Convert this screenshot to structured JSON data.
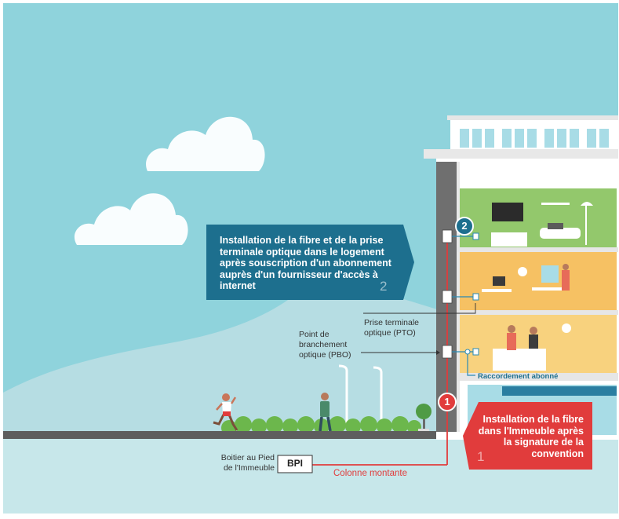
{
  "step2": {
    "badge": "2",
    "text": "Installation de la fibre et de la prise terminale optique dans le logement après souscription d'un abonnement auprès d'un fournisseur d'accès à internet",
    "number": "2",
    "color": "#1d6f8e"
  },
  "step1": {
    "badge": "1",
    "text": "Installation de la fibre dans l'Immeuble après la signature de la convention",
    "number": "1",
    "color": "#e13c3c"
  },
  "labels": {
    "pto": "Prise terminale optique (PTO)",
    "pbo": "Point de branchement optique (PBO)",
    "raccordement": "Raccordement abonné",
    "boitier": "Boitier au Pied de l'Immeuble",
    "bpi": "BPI",
    "colonne": "Colonne montante"
  },
  "colors": {
    "sky": "#8fd3dc",
    "hill": "#b6dde3",
    "fiber": "#e13c3c",
    "link": "#2a8ab3",
    "room_top": "#93c86c",
    "room_mid": "#f6c163",
    "room_bottom": "#f8d27e",
    "ground": "#5e5e5e"
  }
}
